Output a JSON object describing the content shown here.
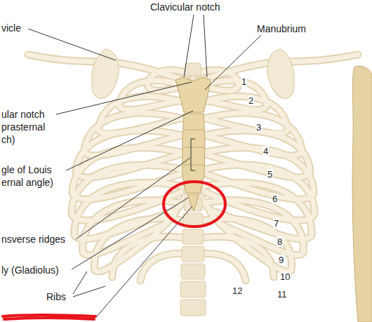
{
  "diagram": {
    "labels": [
      "Clavicular notch",
      "Manubrium",
      "vicle",
      "ular notch prasternal ch)",
      "gle of Louis ernal angle)",
      "nsverse ridges",
      "ly (Gladiolus)",
      "Ribs",
      "1",
      "2",
      "3",
      "4",
      "5",
      "6",
      "7",
      "8",
      "9",
      "10",
      "11",
      "12"
    ]
  }
}
